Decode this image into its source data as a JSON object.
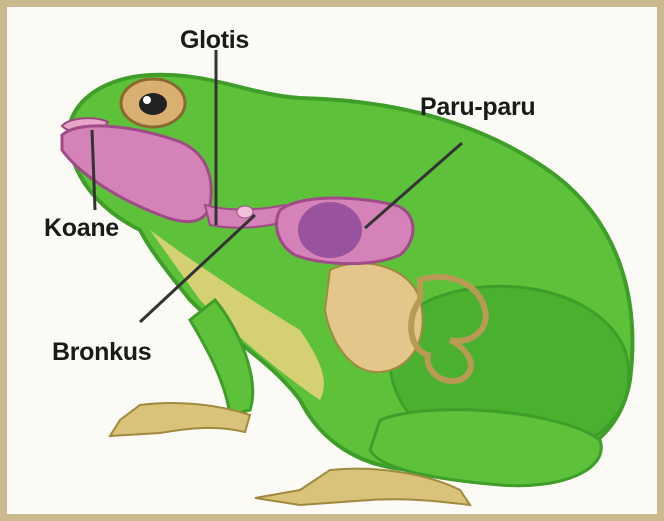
{
  "labels": {
    "glotis": "Glotis",
    "paru_paru": "Paru-paru",
    "koane": "Koane",
    "bronkus": "Bronkus"
  },
  "colors": {
    "frog_green": "#5dc23a",
    "frog_dark_green": "#3f9e2a",
    "belly_tan": "#d9c27a",
    "organ_pink": "#d482b8",
    "lung_purple": "#8e4a98",
    "frame": "#cbb98e"
  }
}
